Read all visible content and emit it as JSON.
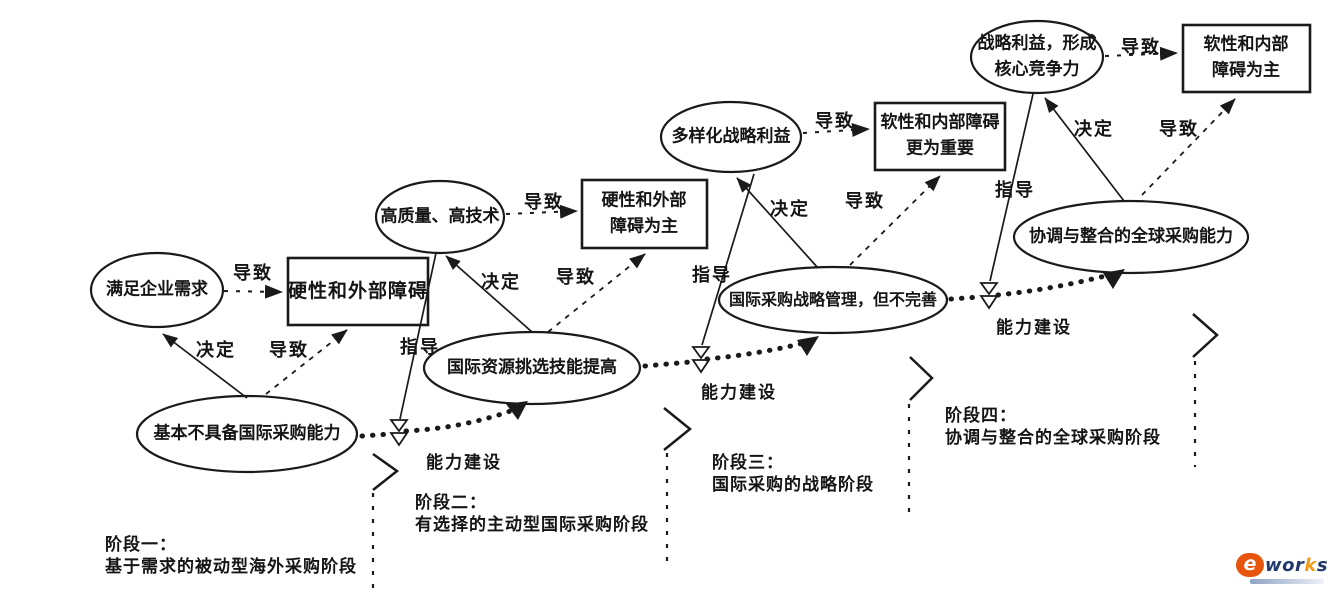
{
  "stages": [
    {
      "goal_lines": [
        "满足企业需求"
      ],
      "barrier_lines": [
        "硬性和外部障碍"
      ],
      "capability_lines": [
        "基本不具备国际采购能力"
      ],
      "phase_title": "阶段一：",
      "phase_desc": "基于需求的被动型海外采购阶段"
    },
    {
      "goal_lines": [
        "高质量、高技术"
      ],
      "barrier_lines": [
        "硬性和外部",
        "障碍为主"
      ],
      "capability_lines": [
        "国际资源挑选技能提高"
      ],
      "phase_title": "阶段二：",
      "phase_desc": "有选择的主动型国际采购阶段"
    },
    {
      "goal_lines": [
        "多样化战略利益"
      ],
      "barrier_lines": [
        "软性和内部障碍",
        "更为重要"
      ],
      "capability_lines": [
        "国际采购战略管理，但不完善"
      ],
      "phase_title": "阶段三：",
      "phase_desc": "国际采购的战略阶段"
    },
    {
      "goal_lines": [
        "战略利益，形成",
        "核心竞争力"
      ],
      "barrier_lines": [
        "软性和内部",
        "障碍为主"
      ],
      "capability_lines": [
        "协调与整合的全球采购能力"
      ],
      "phase_title": "阶段四：",
      "phase_desc": "协调与整合的全球采购阶段"
    }
  ],
  "edge_labels": {
    "leads_to": "导致",
    "decides": "决定",
    "guides": "指导",
    "capability_building": "能力建设"
  },
  "logo": {
    "e": "e",
    "wor": "wor",
    "k": "k",
    "s": "s"
  },
  "colors": {
    "ink": "#1a1a1a",
    "logo_orange": "#e8560e",
    "logo_navy": "#21386b",
    "logo_yellow": "#f09c1a",
    "logo_bar_start": "#8fa3c4",
    "logo_bar_end": "#eef1f7"
  }
}
